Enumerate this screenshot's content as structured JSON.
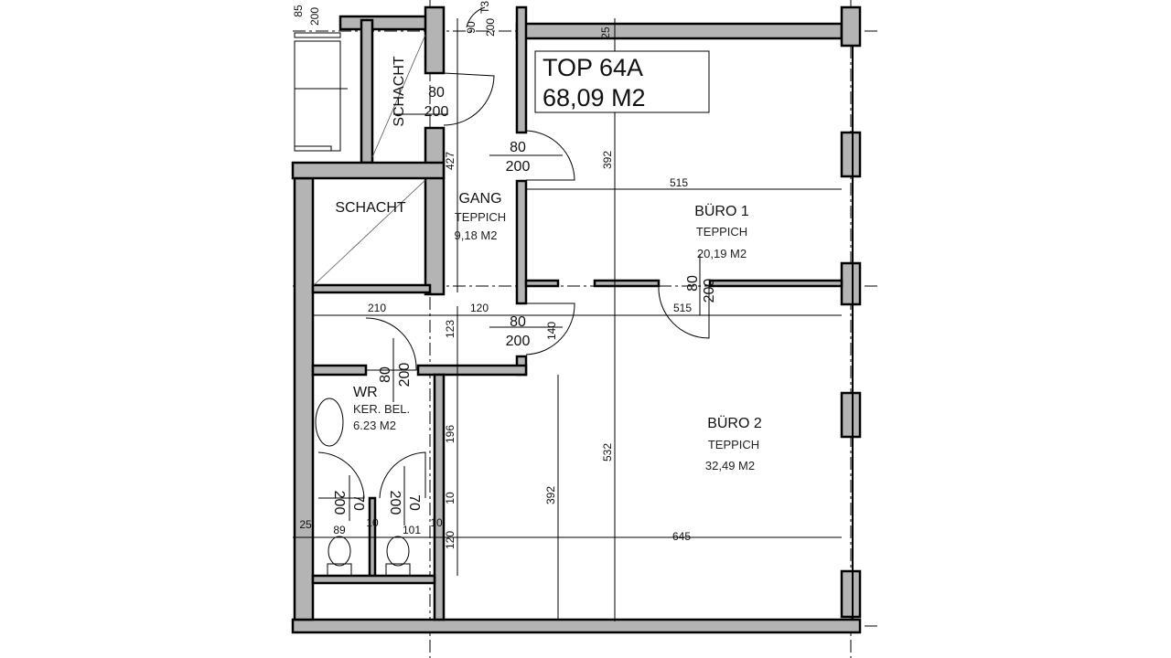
{
  "plan": {
    "unit": {
      "title": "TOP 64A",
      "area": "68,09 M2"
    },
    "rooms": {
      "gang": {
        "name": "GANG",
        "floor": "TEPPICH",
        "area": "9,18 M2"
      },
      "buero1": {
        "name": "BÜRO 1",
        "floor": "TEPPICH",
        "area": "20,19 M2"
      },
      "buero2": {
        "name": "BÜRO 2",
        "floor": "TEPPICH",
        "area": "32,49 M2"
      },
      "wr": {
        "name": "WR",
        "floor": "KER. BEL.",
        "area": "6.23 M2"
      },
      "schacht1": {
        "name": "SCHACHT"
      },
      "schacht2": {
        "name": "SCHACHT"
      }
    },
    "doors": {
      "shaft": {
        "w": "80",
        "h": "200"
      },
      "gang_top": {
        "w": "80",
        "h": "200"
      },
      "gang_bottom": {
        "w": "80",
        "h": "200"
      },
      "buero": {
        "w": "80",
        "h": "200"
      },
      "wr": {
        "w": "80",
        "h": "200"
      },
      "stall1": {
        "w": "70",
        "h": "200"
      },
      "stall2": {
        "w": "70",
        "h": "200"
      },
      "entry": {
        "w": "90",
        "h": "200",
        "suffix": "T3"
      }
    },
    "dimensions": {
      "d25": "25",
      "d427": "427",
      "d392a": "392",
      "d515a": "515",
      "d515b": "515",
      "d210": "210",
      "d120a": "120",
      "d123": "123",
      "d140": "140",
      "d196": "196",
      "d10a": "10",
      "d120b": "120",
      "d392b": "392",
      "d532": "532",
      "d645": "645",
      "d25b": "25",
      "d89": "89",
      "d10b": "10",
      "d101": "101",
      "d10c": "10",
      "d85": "85",
      "d200top": "200"
    }
  }
}
